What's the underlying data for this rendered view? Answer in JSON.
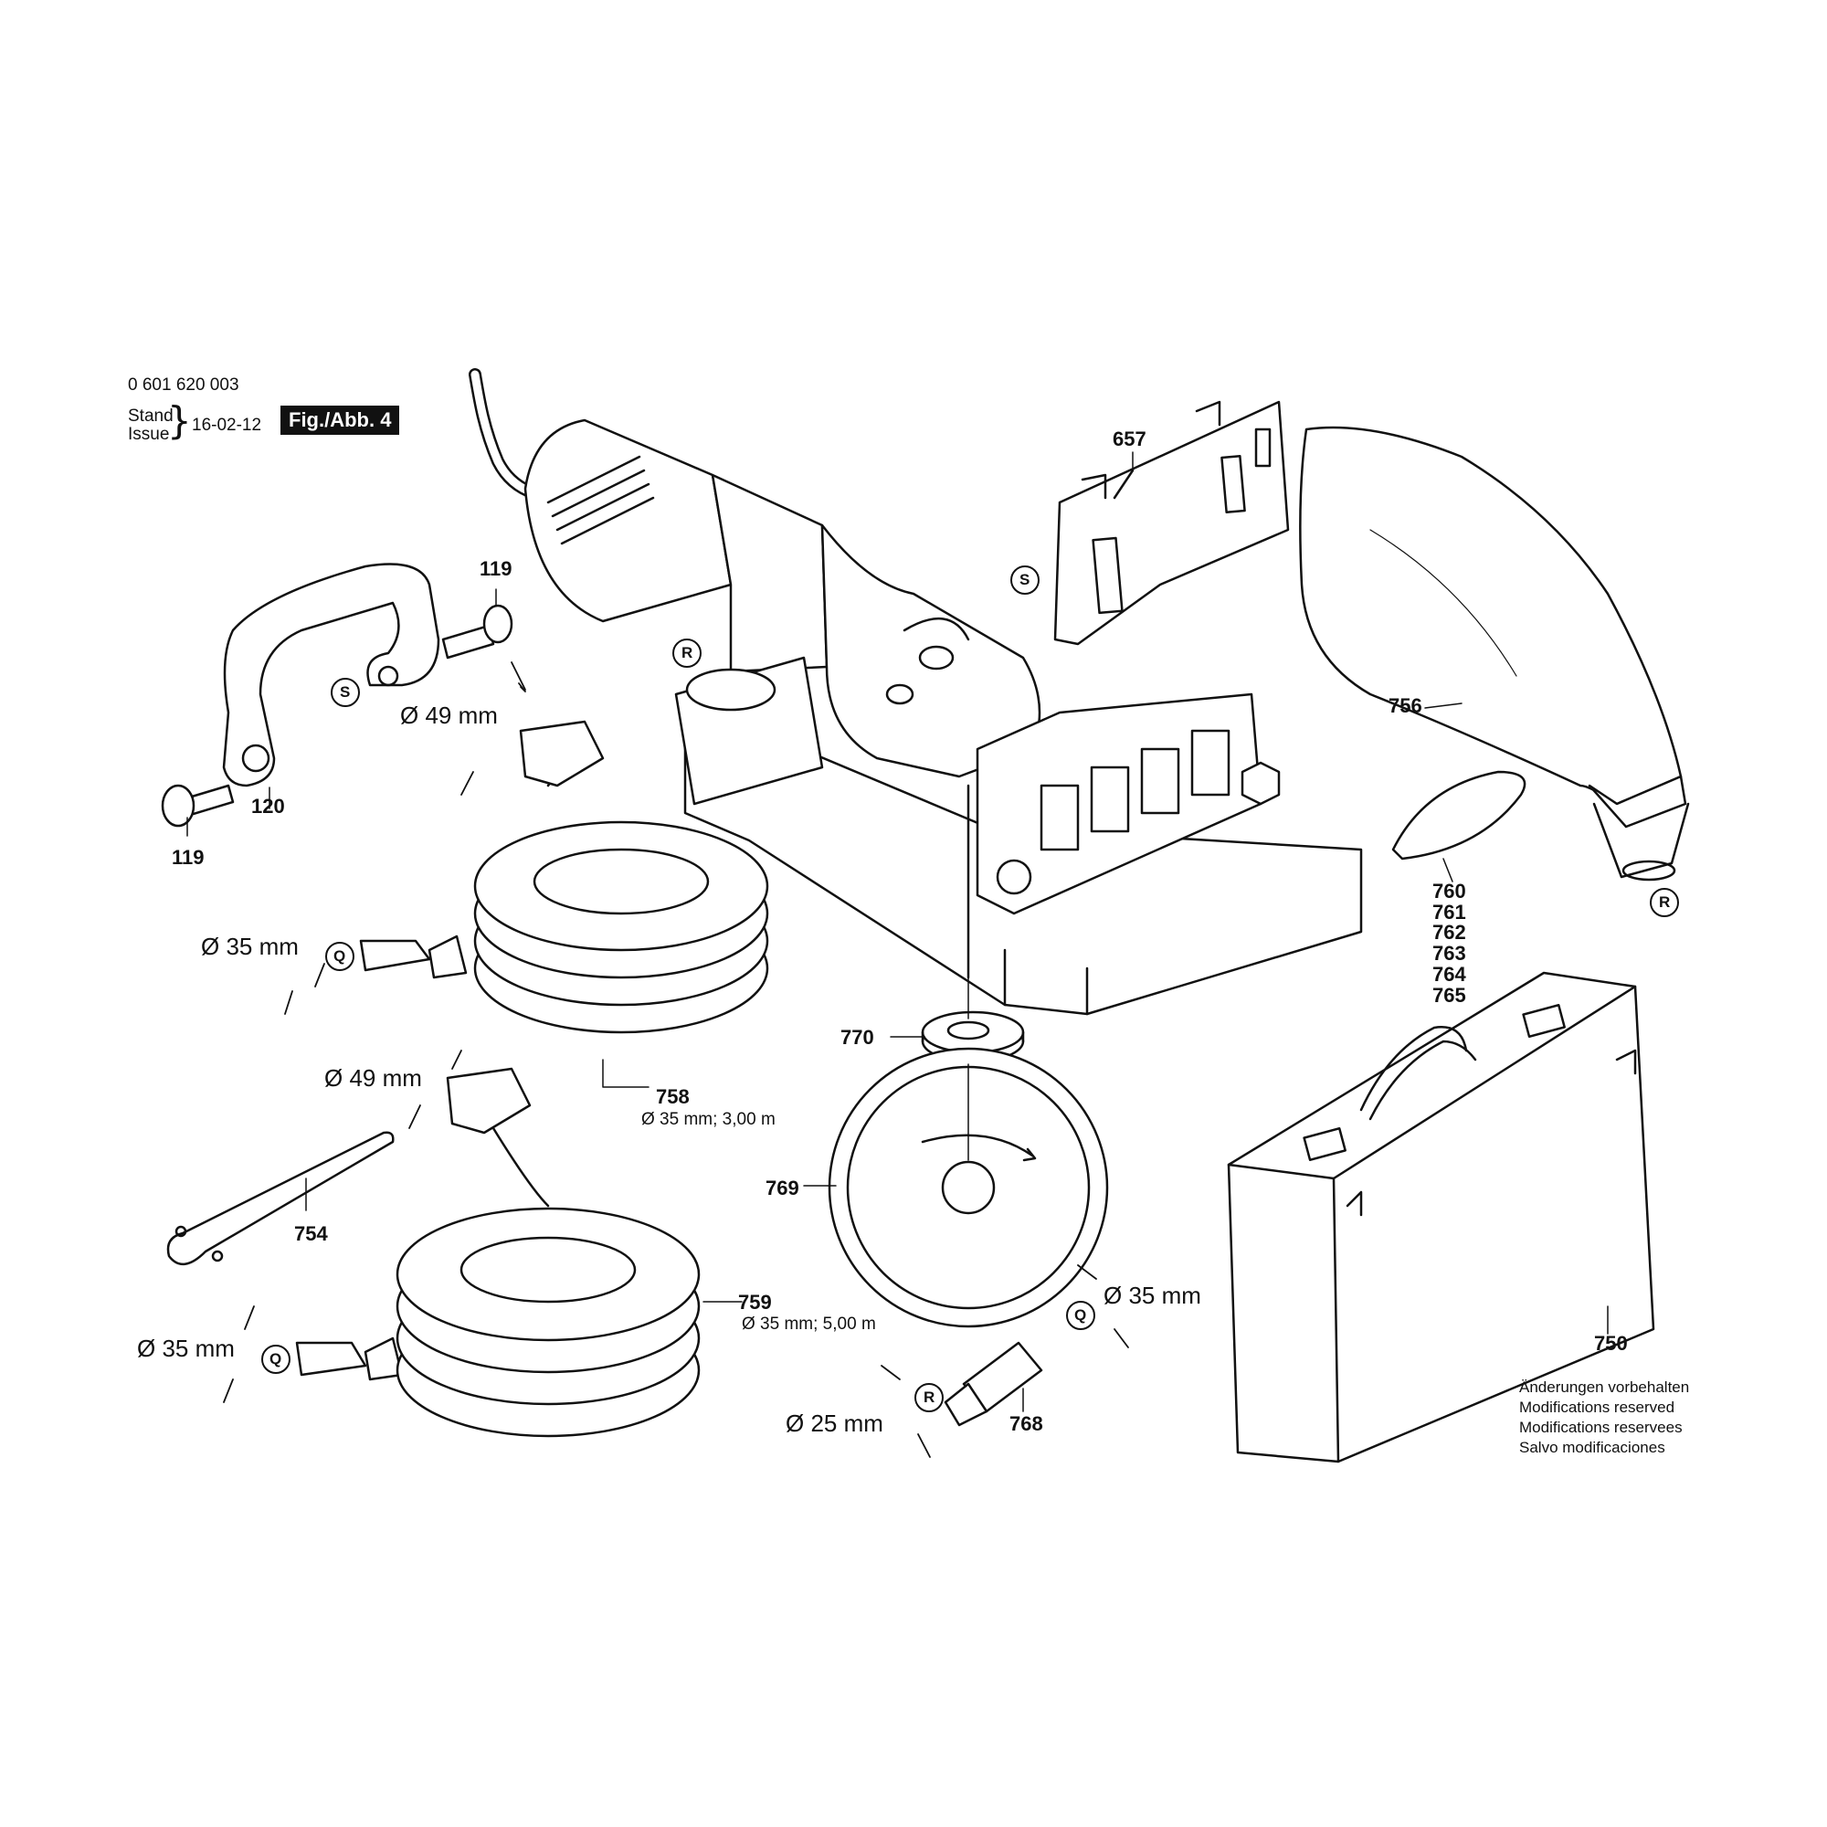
{
  "header": {
    "doc_number": "0 601 620 003",
    "stand_label": "Stand",
    "issue_label": "Issue",
    "date": "16-02-12",
    "figure_label": "Fig./Abb. 4"
  },
  "parts": {
    "p119a": "119",
    "p119b": "119",
    "p120": "120",
    "p657": "657",
    "p756": "756",
    "p760_group": [
      "760",
      "761",
      "762",
      "763",
      "764",
      "765"
    ],
    "p770": "770",
    "p769": "769",
    "p758": "758",
    "p759": "759",
    "p754": "754",
    "p768": "768",
    "p750": "750"
  },
  "specs": {
    "s758": "Ø 35 mm; 3,00 m",
    "s759": "Ø 35 mm; 5,00 m"
  },
  "dimensions": {
    "d49a": "Ø 49 mm",
    "d35a": "Ø 35 mm",
    "d49b": "Ø 49 mm",
    "d35b": "Ø 35 mm",
    "d35c": "Ø 35 mm",
    "d25": "Ø 25 mm"
  },
  "markers": {
    "r1": "R",
    "r2": "R",
    "r3": "R",
    "s1": "S",
    "s2": "S",
    "q1": "Q",
    "q2": "Q",
    "q3": "Q"
  },
  "notes": [
    "Änderungen vorbehalten",
    "Modifications reserved",
    "Modifications reservees",
    "Salvo modificaciones"
  ]
}
